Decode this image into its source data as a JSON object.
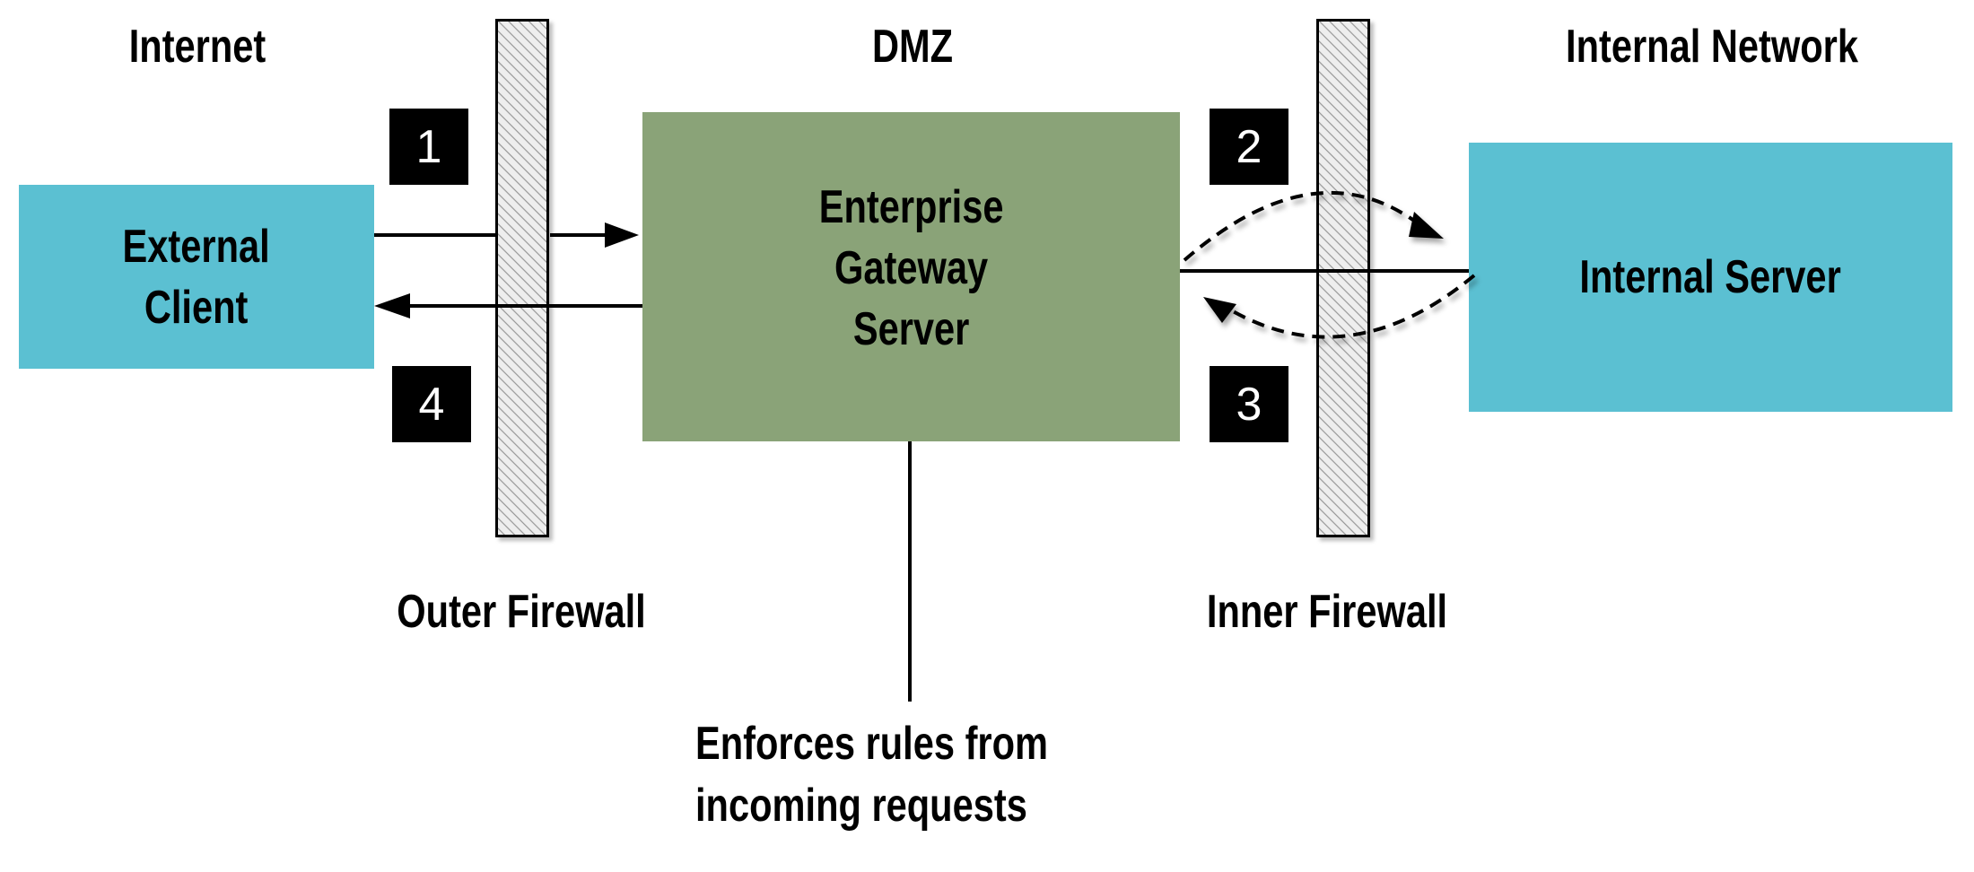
{
  "zones": {
    "internet": "Internet",
    "dmz": "DMZ",
    "internal_network": "Internal Network"
  },
  "nodes": {
    "external_client": "External\nClient",
    "gateway": "Enterprise\nGateway\nServer",
    "internal_server": "Internal Server"
  },
  "firewalls": {
    "outer": "Outer Firewall",
    "inner": "Inner Firewall"
  },
  "steps": [
    "1",
    "2",
    "3",
    "4"
  ],
  "annotation": {
    "line1": "Enforces rules from",
    "line2": "incoming requests"
  },
  "colors": {
    "client": "#5bc0d2",
    "gateway": "#8aa378",
    "server": "#5bc0d2"
  }
}
